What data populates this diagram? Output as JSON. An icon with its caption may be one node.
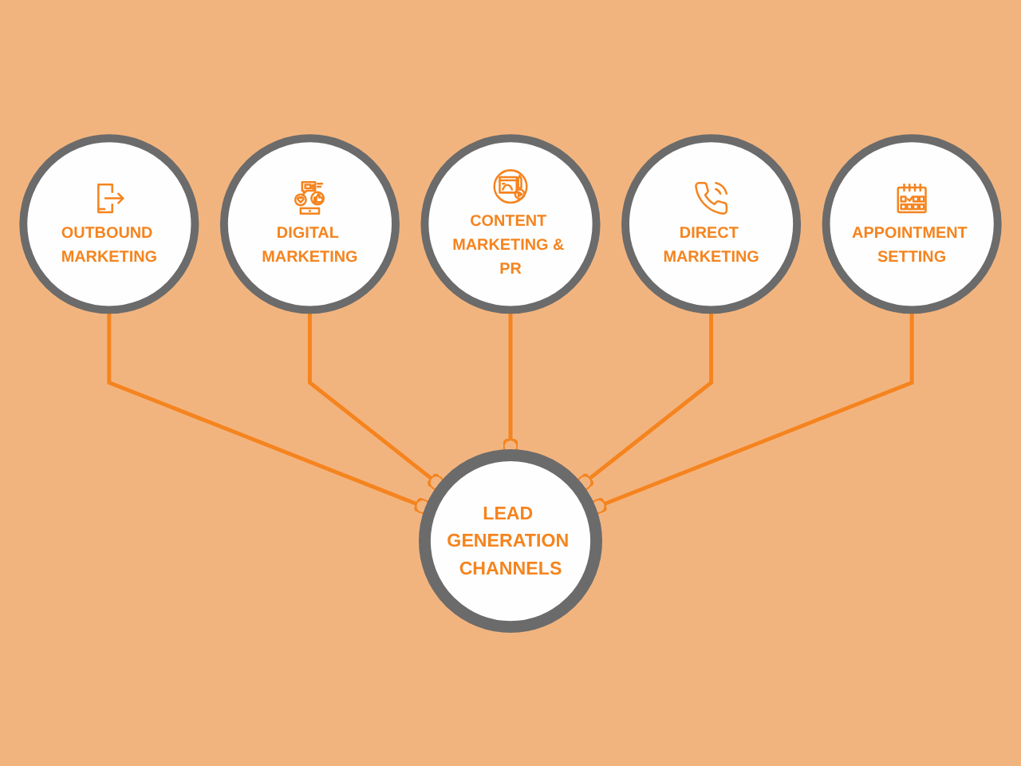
{
  "diagram": {
    "nodes": [
      {
        "text": [
          "LEAD GENERATION CHANNELS"
        ]
      },
      {
        "text": [
          "OUTBOUND MARKETING"
        ]
      },
      {
        "text": [
          "DIGITAL MARKETING"
        ]
      },
      {
        "text": [
          "CONTENT MARKETING & PR"
        ]
      },
      {
        "text": [
          "DIRECT MARKETING"
        ]
      },
      {
        "text": [
          "APPOINTMENT SETTING"
        ]
      }
    ],
    "edges": [
      {
        "from": 1,
        "to": 0,
        "arrow": "other"
      },
      {
        "from": 2,
        "to": 0,
        "arrow": "other"
      },
      {
        "from": 3,
        "to": 0,
        "arrow": "other"
      },
      {
        "from": 4,
        "to": 0,
        "arrow": "other"
      },
      {
        "from": 5,
        "to": 0,
        "arrow": "other"
      }
    ]
  }
}
